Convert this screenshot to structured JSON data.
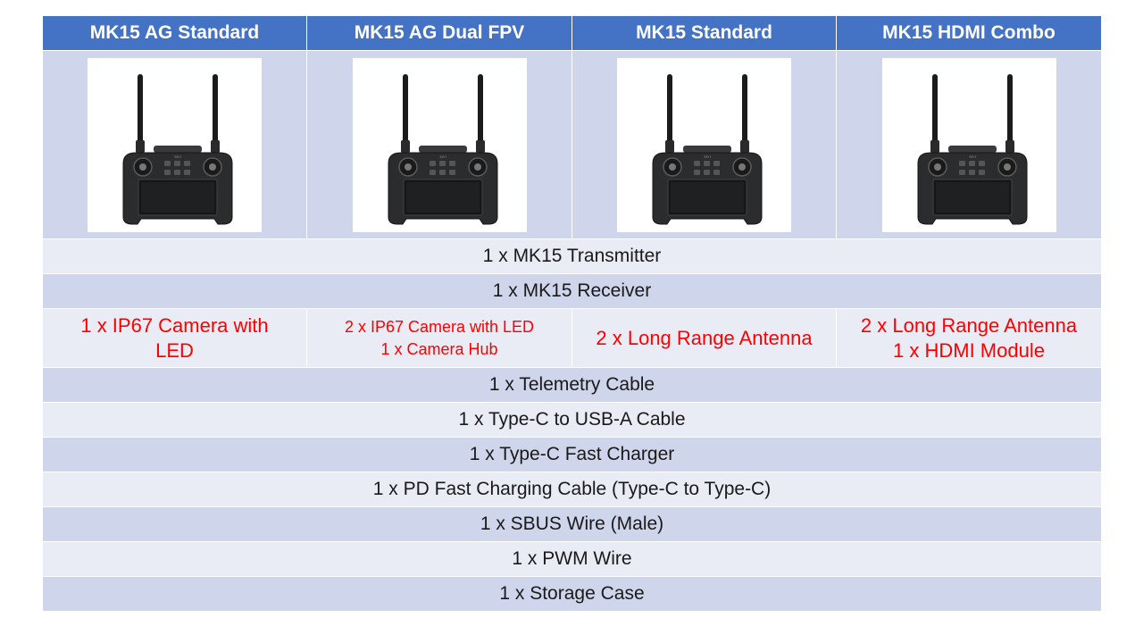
{
  "headers": [
    "MK15 AG Standard",
    "MK15 AG Dual FPV",
    "MK15 Standard",
    "MK15 HDMI Combo"
  ],
  "product_image": {
    "brand_mark": "SIYI"
  },
  "common_items_top": [
    "1 x MK15 Transmitter",
    "1 x MK15 Receiver"
  ],
  "variant_items": [
    [
      "1 x IP67 Camera with",
      "LED"
    ],
    [
      "2 x IP67 Camera with LED",
      "1 x Camera Hub"
    ],
    [
      "2 x Long Range Antenna"
    ],
    [
      "2 x Long Range Antenna",
      "1 x HDMI Module"
    ]
  ],
  "common_items_bottom": [
    "1 x Telemetry Cable",
    "1 x Type-C to USB-A Cable",
    "1 x Type-C Fast Charger",
    "1 x PD Fast Charging Cable (Type-C to Type-C)",
    "1 x SBUS Wire (Male)",
    "1 x PWM Wire",
    "1 x Storage Case"
  ],
  "colors": {
    "header_bg": "#4472c4",
    "row_dark": "#cfd5ea",
    "row_light": "#e9ebf5",
    "highlight_text": "#ff0000"
  },
  "icons": [
    "remote-controller-icon"
  ]
}
